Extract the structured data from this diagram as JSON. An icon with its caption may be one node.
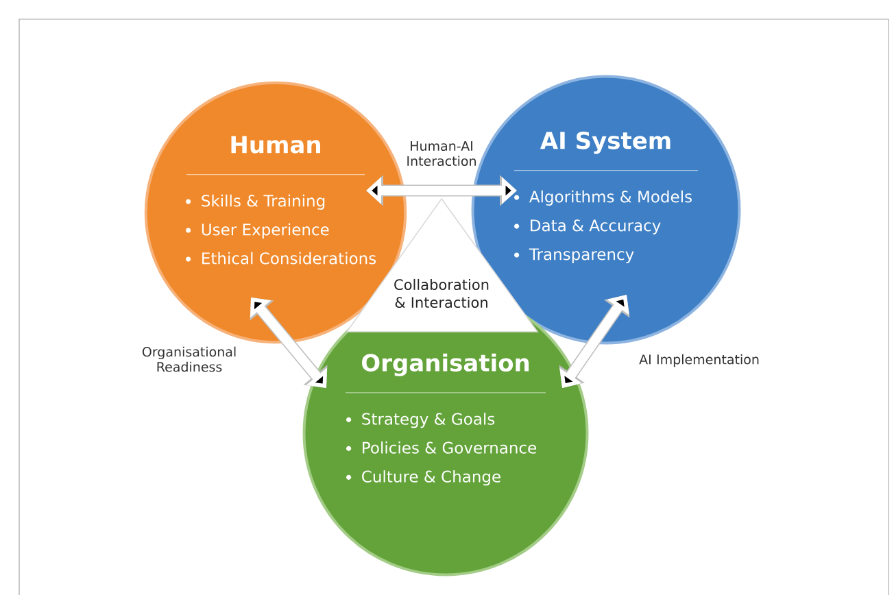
{
  "diagram": {
    "nodes": [
      {
        "text": [
          "Human",
          "Skills & Training",
          "User Experience",
          "Ethical Considerations"
        ]
      },
      {
        "text": [
          "AI System",
          "Algorithms & Models",
          "Data & Accuracy",
          "Transparency"
        ]
      },
      {
        "text": [
          "Collaboration & Interaction"
        ]
      },
      {
        "text": [
          "Organisation",
          "Strategy & Goals",
          "Policies & Governance",
          "Culture & Change"
        ]
      }
    ],
    "edges": [
      {
        "from": 0,
        "to": 1,
        "arrow": "both",
        "label": "Human-AI Interaction"
      },
      {
        "from": 0,
        "to": 3,
        "arrow": "both",
        "label": "Organisational Readiness"
      },
      {
        "from": 1,
        "to": 3,
        "arrow": "both",
        "label": "AI Implementation"
      }
    ]
  }
}
